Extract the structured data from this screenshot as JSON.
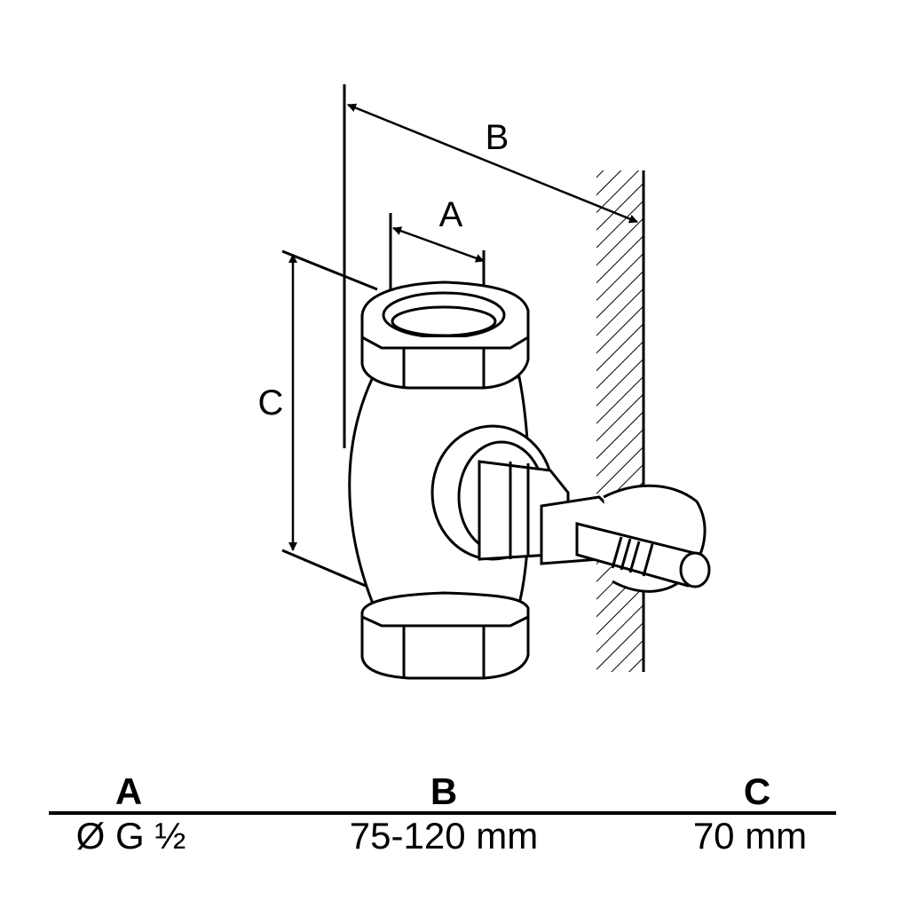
{
  "diagram": {
    "labels": {
      "a": "A",
      "b": "B",
      "c": "C"
    }
  },
  "table": {
    "headers": [
      "A",
      "B",
      "C"
    ],
    "values": [
      "Ø G ½",
      "75-120 mm",
      "70 mm"
    ]
  }
}
